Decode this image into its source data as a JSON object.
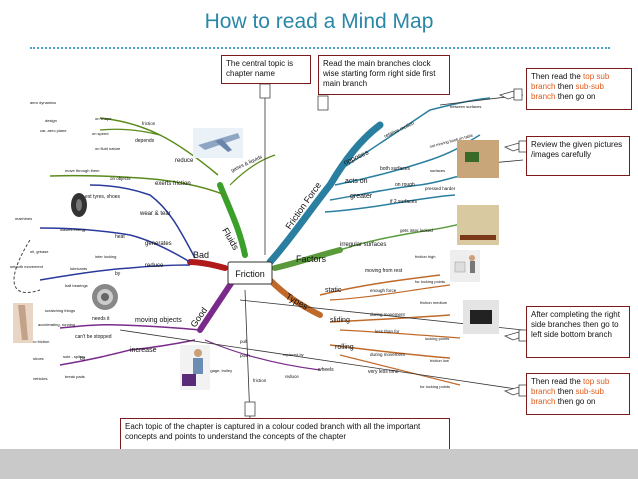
{
  "title": "How to read a Mind Map",
  "center": "Friction",
  "branches": {
    "friction_force": "Friction Force",
    "factors": "Factors",
    "types": "Types",
    "good": "Good",
    "bad": "Bad",
    "fluids": "Fluids"
  },
  "callouts": {
    "central": "The central topic is chapter name",
    "main_branches": "Read the main branches clock wise starting form right side first main branch",
    "top_sub_1": {
      "a": "Then read the ",
      "b": "top sub branch",
      "c": " then ",
      "d": "sub-sub branch",
      "e": " then go on"
    },
    "review": "Review the given pictures /images carefully",
    "after": "After completing the right side branches then go to left side bottom branch",
    "top_sub_2": {
      "a": "Then read the ",
      "b": "top sub branch",
      "c": " then ",
      "d": "sub-sub branch",
      "e": " then go on"
    },
    "bottom": "Each topic of the chapter is captured in a colour coded branch with all the important concepts and points to understand the concepts of the chapter"
  },
  "labels": {
    "ff_opposes": "opposes",
    "ff_relative_motion": "relative motion",
    "ff_between_surfaces": "between surfaces",
    "ff_acts_on": "acts on",
    "ff_both_surfaces": "both surfaces",
    "ff_surfaces": "surfaces",
    "ff_not_moving": "not moving book on table",
    "ff_greater": "greater",
    "ff_on_rough": "on rough",
    "ff_f2_surfaces": "if 2 surfaces",
    "ff_pressed_harder": "pressed harder",
    "fa_irregular": "irregular surfaces",
    "fa_gets_interlocked": "gets inter locked",
    "ty_static": "static",
    "ty_moving_from_rest": "moving from rest",
    "ty_enough_force": "enough force",
    "ty_friction_high": "friction high",
    "ty_locking_points": "for locking points",
    "ty_sliding": "sliding",
    "ty_during_movement": "during movement",
    "ty_friction_medium": "friction medium",
    "ty_less_than": "less than for",
    "ty_locking_points2": "locking points",
    "ty_rolling": "rolling",
    "ty_during_movement2": "during movement",
    "ty_friction_low": "friction low",
    "ty_very_less_time": "very less time",
    "ty_locking_points3": "for locking points",
    "go_moving_objects": "moving objects",
    "go_needs_it": "needs it",
    "go_scratching": "scratching things",
    "go_accelerating": "accelerating, running",
    "go_cant_stopped": "can't be stopped",
    "go_no_friction": "no friction",
    "go_increase": "increase",
    "go_by": "by",
    "go_shoes": "shoes",
    "go_soles": "sole - spikes",
    "go_vehicles": "vehicles",
    "go_brake_pads": "break pads",
    "go_pull": "pull",
    "go_push": "push",
    "go_wheels": "wheels",
    "go_replaced_by": "replaced by",
    "go_reduce": "reduce",
    "go_friction": "friction",
    "go_luggage": "luggage, trolley",
    "bad_generates": "generates",
    "bad_heat": "heat",
    "bad_wastes_energy": "wastes energy",
    "bad_wear_tear": "wear & tear",
    "bad_machines": "machines",
    "bad_tyres_shoes": "ext tyres, shoes",
    "bad_reduce": "reduce",
    "bad_inter_locking": "inter locking",
    "bad_smooth": "smooth movement",
    "bad_oil_grease": "oil, grease",
    "bad_lubricants": "lubricants",
    "bad_by": "by",
    "bad_ball_bearings": "ball bearings",
    "fl_reduce": "reduce",
    "fl_exerts": "exerts friction",
    "fl_on_objects": "on objects",
    "fl_move_through": "move through them",
    "fl_depends": "depends",
    "fl_shape": "on shape",
    "fl_speed": "on speed",
    "fl_nature": "on fluid nature",
    "fl_friction": "friction",
    "fl_design": "design",
    "fl_air_plane": "car, aero plane",
    "fl_aero_dynamics": "aero dynamics",
    "fl_gases_liquids": "gases & liquids"
  },
  "colors": {
    "title": "#2a87a8",
    "friction_force": "#2a7fa0",
    "factors": "#5a9a3a",
    "types": "#c06a2a",
    "good": "#7a2a8a",
    "bad": "#2a3a9a",
    "fluids": "#5a8a1a",
    "red_branch": "#b01a1a",
    "highlight": "#e05a1a"
  }
}
